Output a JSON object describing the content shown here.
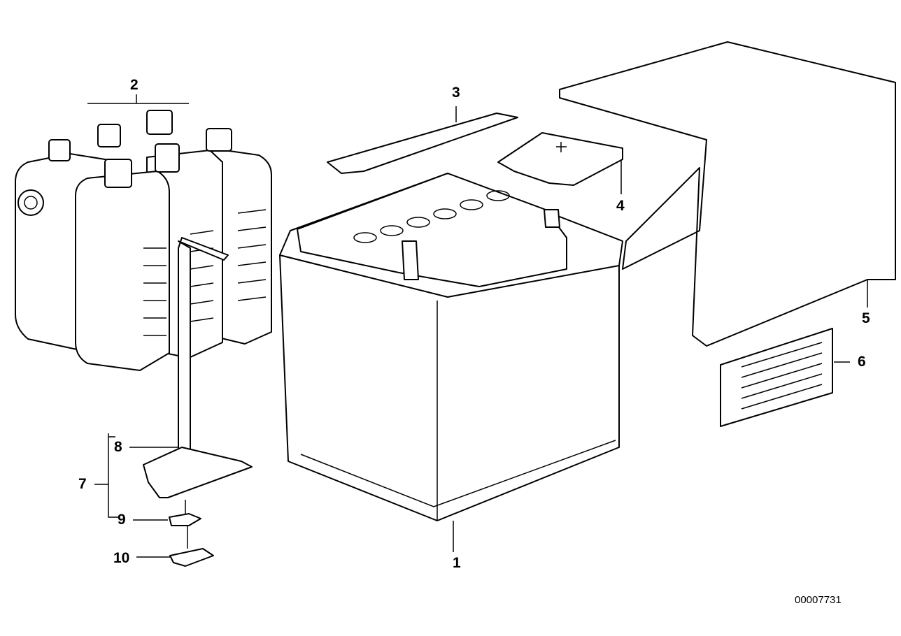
{
  "diagram": {
    "callouts": [
      {
        "id": "1",
        "label": "1"
      },
      {
        "id": "2",
        "label": "2"
      },
      {
        "id": "3",
        "label": "3"
      },
      {
        "id": "4",
        "label": "4"
      },
      {
        "id": "5",
        "label": "5"
      },
      {
        "id": "6",
        "label": "6"
      },
      {
        "id": "7",
        "label": "7"
      },
      {
        "id": "8",
        "label": "8"
      },
      {
        "id": "9",
        "label": "9"
      },
      {
        "id": "10",
        "label": "10"
      }
    ],
    "document_id": "00007731"
  }
}
